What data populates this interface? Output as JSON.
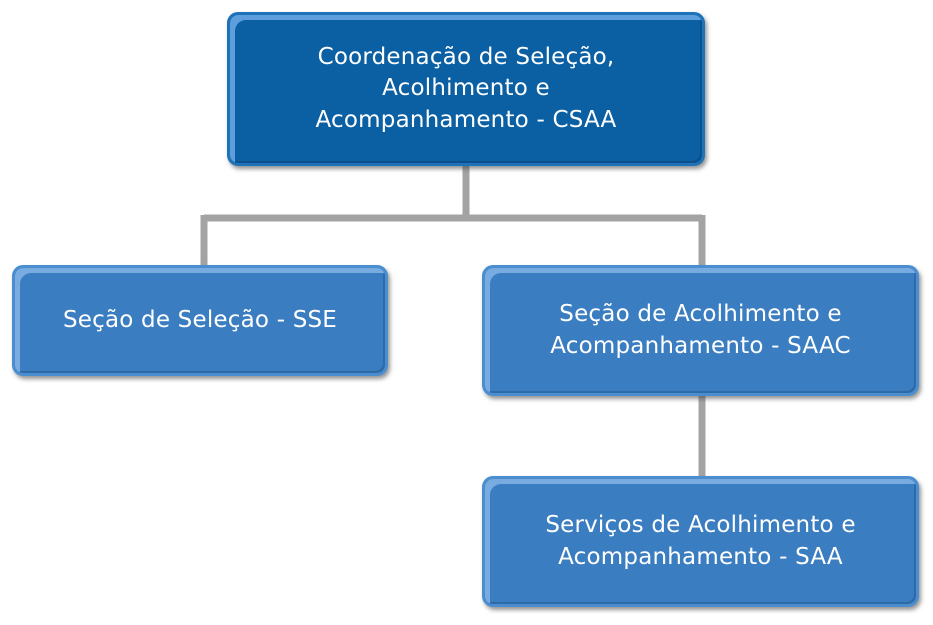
{
  "diagram": {
    "root": {
      "label_lines": [
        "Coordenação de Seleção,",
        "Acolhimento e",
        "Acompanhamento - CSAA"
      ]
    },
    "sse": {
      "label_lines": [
        "Seção de Seleção - SSE"
      ]
    },
    "saac": {
      "label_lines": [
        "Seção de Acolhimento e",
        "Acompanhamento - SAAC"
      ]
    },
    "saa": {
      "label_lines": [
        "Serviços de Acolhimento e",
        "Acompanhamento - SAA"
      ]
    }
  },
  "colors": {
    "root_fill": "#0b5fa3",
    "child_fill": "#3b7dc1",
    "connector": "#a3a3a3"
  }
}
